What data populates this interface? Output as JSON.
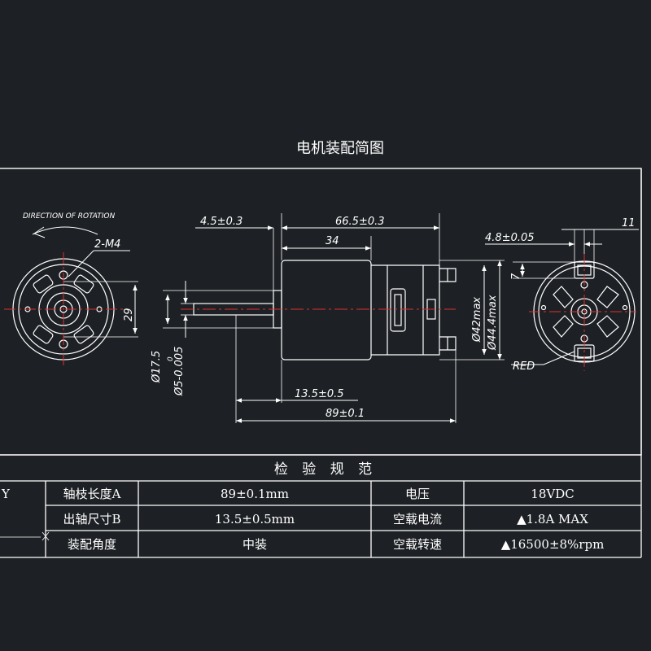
{
  "title": "电机装配简图",
  "rotation_label": "DIRECTION OF ROTATION",
  "left_view": {
    "screw_label": "2-M4",
    "height_dim": "29"
  },
  "side_view": {
    "dim_4_5": "4.5±0.3",
    "dim_66_5": "66.5±0.3",
    "dim_34": "34",
    "dim_17_5": "Ø17.5",
    "dim_0": "0",
    "dim_5": "Ø5-0.005",
    "dim_13_5": "13.5±0.5",
    "dim_89": "89±0.1",
    "dim_42": "Ø42max",
    "dim_44": "Ø44.4max"
  },
  "right_view": {
    "dim_11": "11",
    "dim_4_8": "4.8±0.05",
    "dim_7": "7",
    "red_label": "RED"
  },
  "table": {
    "header": "检 验 规 范",
    "left_partial": "Y",
    "rows": [
      {
        "k1": "轴枝长度A",
        "v1": "89±0.1mm",
        "k2": "电压",
        "v2": "18VDC"
      },
      {
        "k1": "出轴尺寸B",
        "v1": "13.5±0.5mm",
        "k2": "空载电流",
        "v2": "▲1.8A MAX"
      },
      {
        "k1": "装配角度",
        "v1": "中装",
        "k2": "空载转速",
        "v2": "▲16500±8%rpm"
      }
    ]
  },
  "colors": {
    "background": "#1d2024",
    "line": "#ffffff",
    "center_line": "#e03030"
  }
}
